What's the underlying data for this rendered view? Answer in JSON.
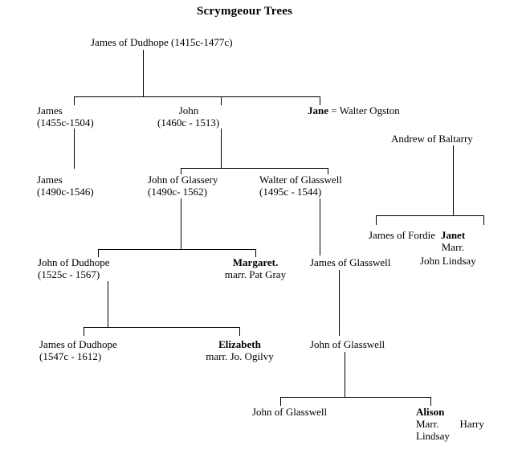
{
  "title": "Scrymgeour Trees",
  "nodes": {
    "james_dudhope_1415": {
      "name": "James of Dudhope (1415c-1477c)"
    },
    "james_1455": {
      "name": "James",
      "dates": "(1455c-1504)"
    },
    "john_1460": {
      "name": "John",
      "dates": "(1460c - 1513)"
    },
    "jane": {
      "name": "Jane",
      "spouse_eq": "=",
      "spouse": "Walter Ogston"
    },
    "andrew_baltarry": {
      "name": "Andrew of Baltarry"
    },
    "james_1490": {
      "name": "James",
      "dates": "(1490c-1546)"
    },
    "john_glassery": {
      "name": "John of Glassery",
      "dates": "(1490c- 1562)"
    },
    "walter_glasswell": {
      "name": "Walter of Glasswell",
      "dates": "(1495c - 1544)"
    },
    "james_fordie": {
      "name": "James of Fordie"
    },
    "janet": {
      "name": "Janet",
      "marr": "Marr.",
      "spouse": "John Lindsay"
    },
    "john_dudhope_1525": {
      "name": "John of Dudhope",
      "dates": "(1525c - 1567)"
    },
    "margaret": {
      "name": "Margaret.",
      "marr": "marr. Pat Gray"
    },
    "james_glasswell": {
      "name": "James of Glasswell"
    },
    "james_dudhope_1547": {
      "name": "James of Dudhope",
      "dates": "(1547c - 1612)"
    },
    "elizabeth": {
      "name": "Elizabeth",
      "marr": "marr. Jo. Ogilvy"
    },
    "john_glasswell_2": {
      "name": "John of Glasswell"
    },
    "john_glasswell_3": {
      "name": "John of Glasswell"
    },
    "alison": {
      "name": "Alison",
      "marr": "Marr.",
      "spouse_first": "Harry",
      "spouse_last": "Lindsay"
    }
  },
  "colors": {
    "line": "#000000",
    "text": "#000000",
    "background": "#ffffff"
  }
}
